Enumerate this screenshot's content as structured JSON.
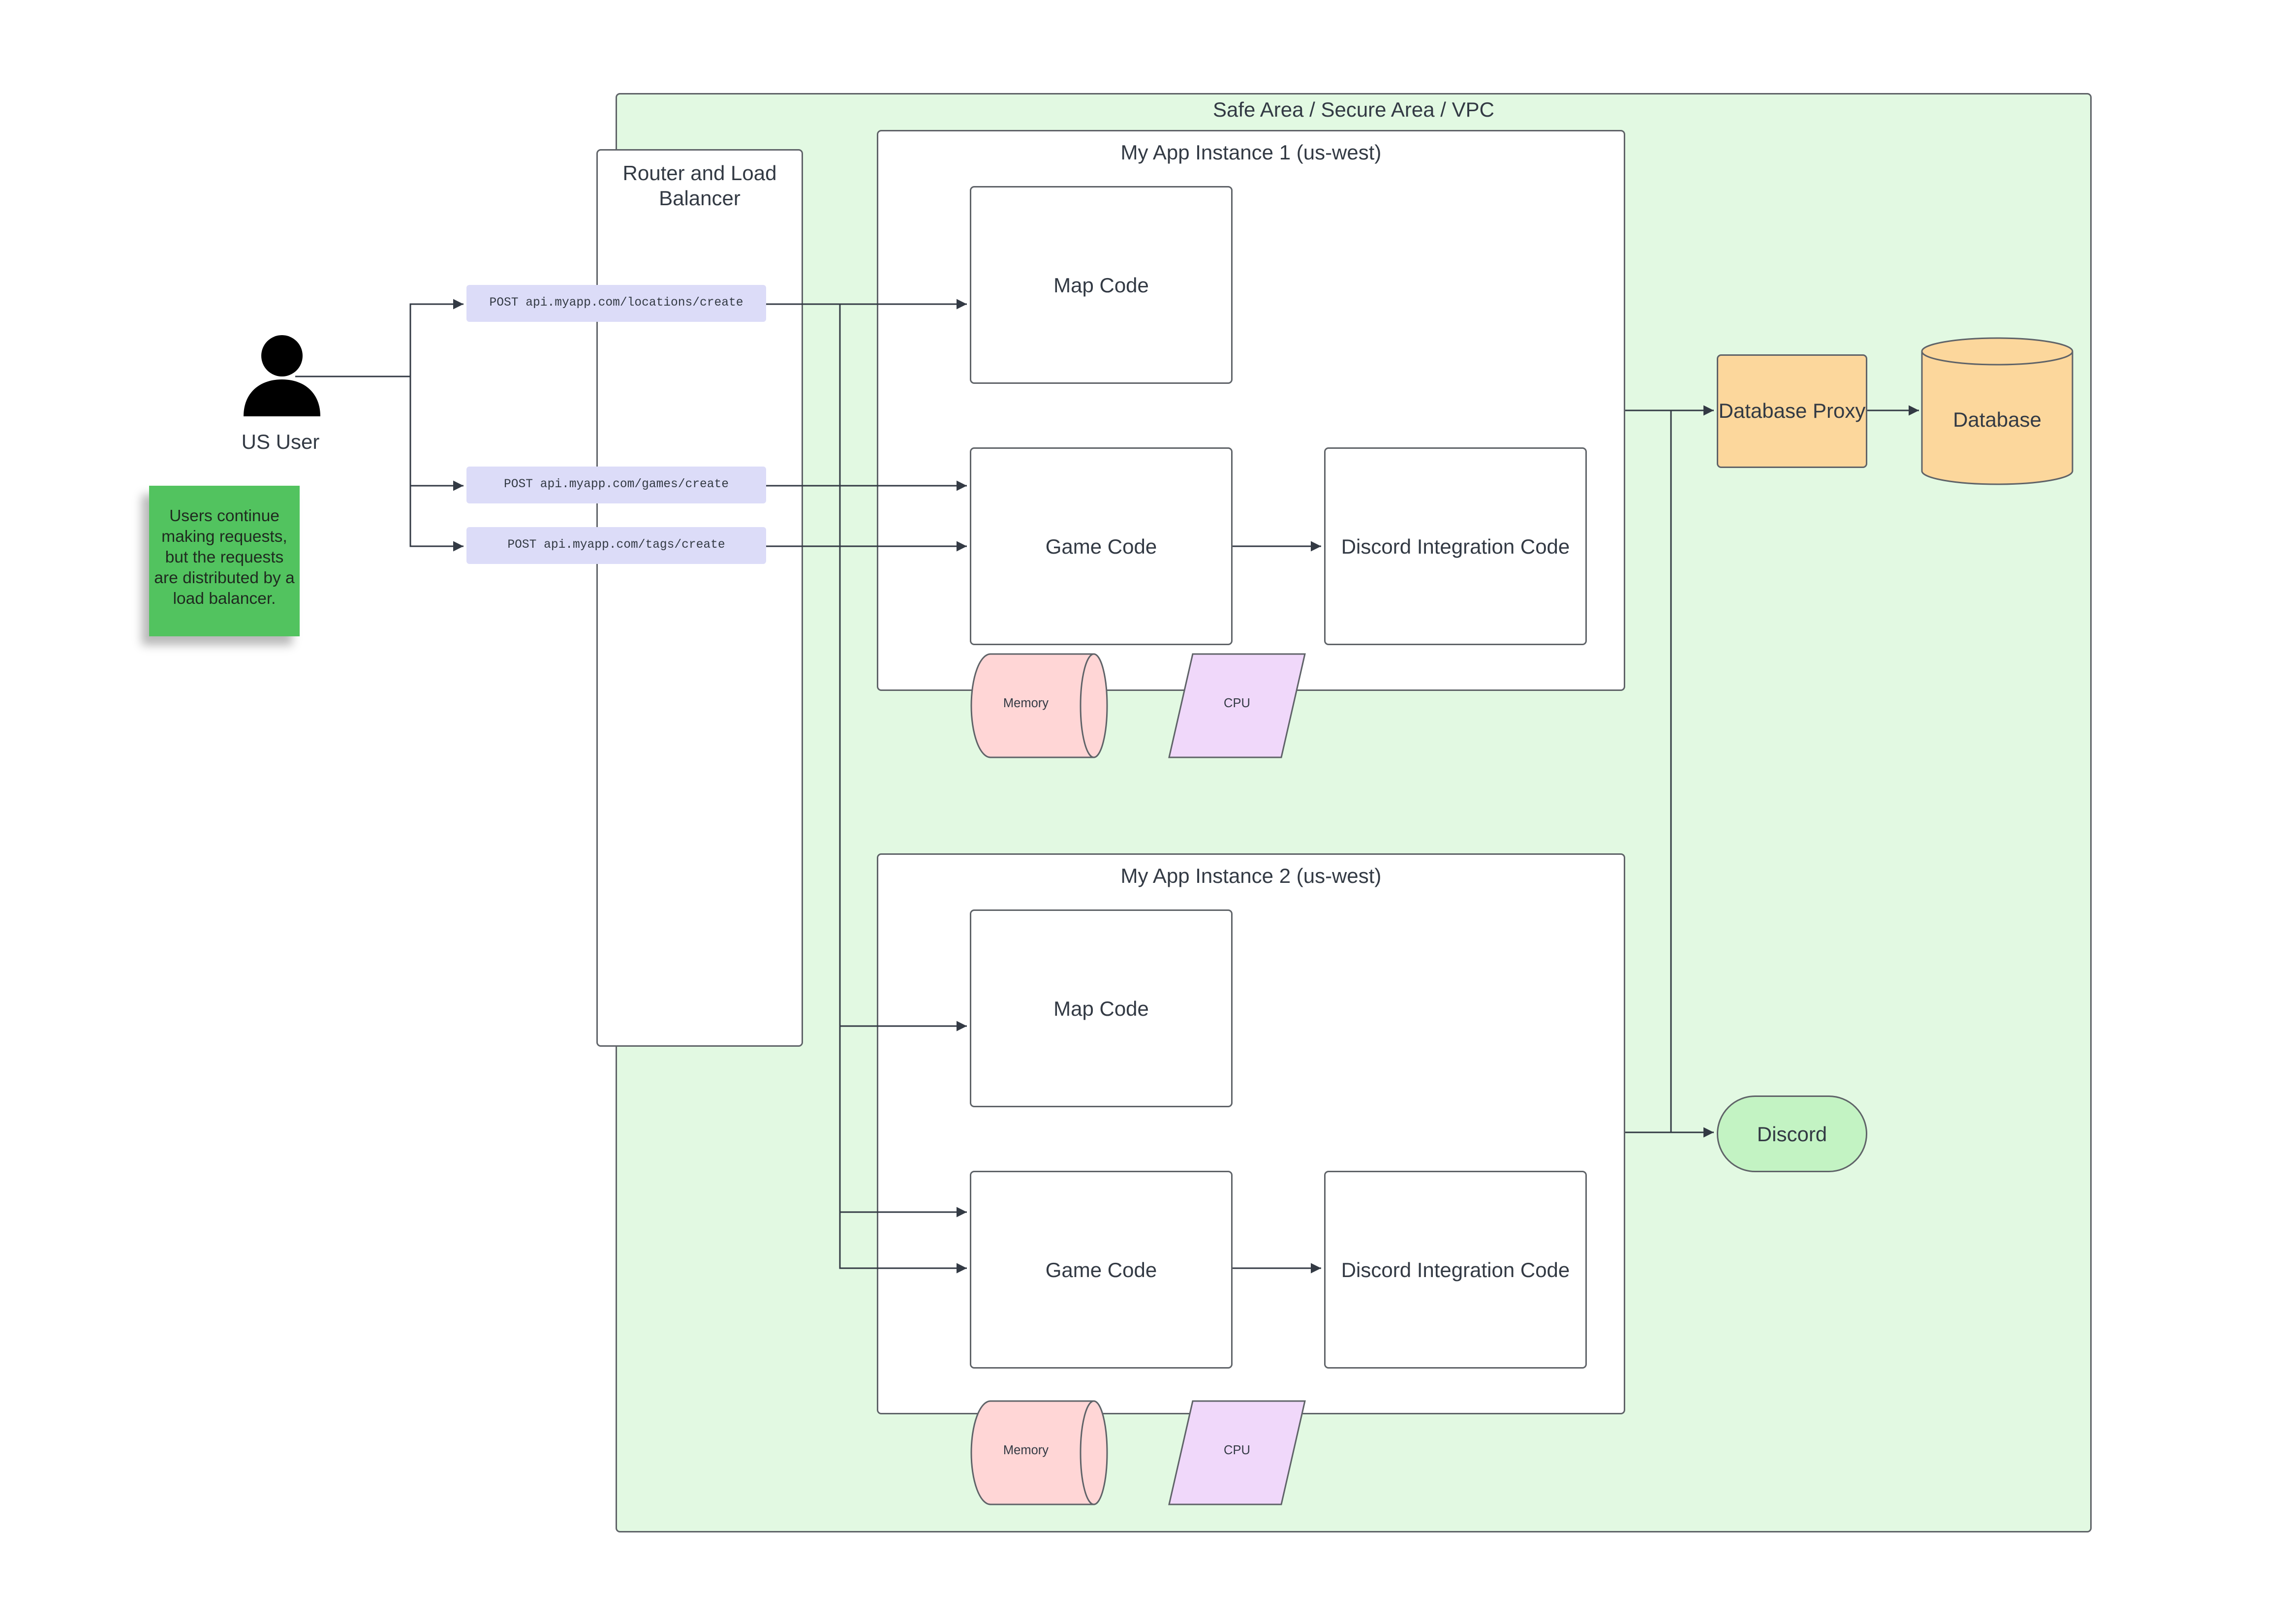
{
  "vpc": {
    "title": "Safe Area / Secure Area / VPC"
  },
  "router": {
    "title": "Router and Load Balancer"
  },
  "user": {
    "label": "US User",
    "icon": "person-icon"
  },
  "sticky_note": {
    "text": "Users continue making requests, but the requests are distributed by a load balancer."
  },
  "requests": [
    "POST api.myapp.com/locations/create",
    "POST api.myapp.com/games/create",
    "POST api.myapp.com/tags/create"
  ],
  "instances": [
    {
      "title": "My App Instance 1 (us-west)",
      "map_code": "Map Code",
      "game_code": "Game Code",
      "discord_integration": "Discord Integration Code",
      "memory": "Memory",
      "cpu": "CPU"
    },
    {
      "title": "My App Instance 2 (us-west)",
      "map_code": "Map Code",
      "game_code": "Game Code",
      "discord_integration": "Discord Integration Code",
      "memory": "Memory",
      "cpu": "CPU"
    }
  ],
  "database_proxy": "Database Proxy",
  "database": "Database",
  "discord": "Discord",
  "colors": {
    "vpc_fill": "#e2f9e2",
    "request_fill": "#dcdcf8",
    "database_fill": "#fcd79c",
    "discord_fill": "#c3f3c3",
    "memory_fill": "#ffd6d6",
    "cpu_fill": "#f0d8fa",
    "sticky_fill": "#52c35f"
  }
}
